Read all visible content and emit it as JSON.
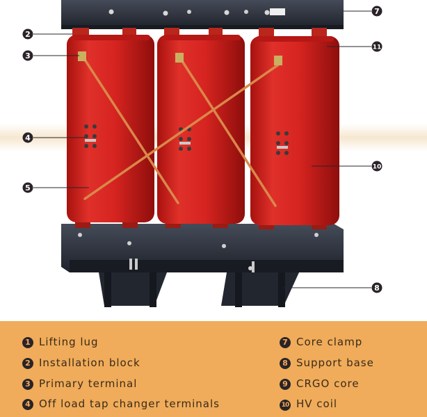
{
  "colors": {
    "coil": "#d4201c",
    "coil_dark": "#9e1010",
    "frame": "#2b2f3a",
    "copper": "#d9884a",
    "callout": "#2a2328",
    "legend_bg": "#f0ac5a",
    "band": "#f6e7d0"
  },
  "callouts": [
    {
      "n": "7"
    },
    {
      "n": "2"
    },
    {
      "n": "11"
    },
    {
      "n": "3"
    },
    {
      "n": "4"
    },
    {
      "n": "10"
    },
    {
      "n": "5"
    },
    {
      "n": "8"
    }
  ],
  "legend": {
    "left": [
      {
        "n": "1",
        "label": "Lifting lug"
      },
      {
        "n": "2",
        "label": "Installation block"
      },
      {
        "n": "3",
        "label": "Primary terminal"
      },
      {
        "n": "4",
        "label": "Off load tap changer terminals"
      }
    ],
    "right": [
      {
        "n": "7",
        "label": "Core clamp"
      },
      {
        "n": "8",
        "label": "Support base"
      },
      {
        "n": "9",
        "label": "CRGO core"
      },
      {
        "n": "10",
        "label": "HV coil"
      }
    ]
  }
}
